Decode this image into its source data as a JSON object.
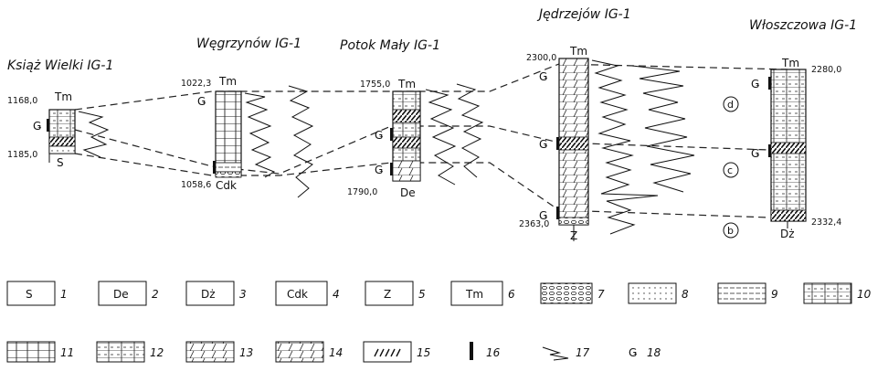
{
  "wells": [
    {
      "name": "Książ Wielki IG-1",
      "top_depth": "1168,0",
      "bottom_depth": "1185,0",
      "top_unit": "Tm",
      "bottom_unit": "S"
    },
    {
      "name": "Węgrzynów IG-1",
      "top_depth": "1022,3",
      "bottom_depth": "1058,6",
      "top_unit": "Tm",
      "bottom_unit": "Cdk"
    },
    {
      "name": "Potok Mały IG-1",
      "top_depth": "1755,0",
      "bottom_depth": "1790,0",
      "top_unit": "Tm",
      "bottom_unit": "De"
    },
    {
      "name": "Jędrzejów IG-1",
      "top_depth": "2300,0",
      "bottom_depth": "2363,0",
      "top_unit": "Tm",
      "bottom_unit": "Z"
    },
    {
      "name": "Włoszczowa IG-1",
      "top_depth": "2280,0",
      "bottom_depth": "2332,4",
      "top_unit": "Tm",
      "bottom_unit": "Dż"
    }
  ],
  "zones": [
    "d",
    "c",
    "b"
  ],
  "fossil_symbol": "Ǥ",
  "legend": [
    {
      "code": "S",
      "num": "1"
    },
    {
      "code": "De",
      "num": "2"
    },
    {
      "code": "Dż",
      "num": "3"
    },
    {
      "code": "Cdk",
      "num": "4"
    },
    {
      "code": "Z",
      "num": "5"
    },
    {
      "code": "Tm",
      "num": "6"
    },
    {
      "code": "",
      "num": "7"
    },
    {
      "code": "",
      "num": "8"
    },
    {
      "code": "",
      "num": "9"
    },
    {
      "code": "",
      "num": "10"
    },
    {
      "code": "",
      "num": "11"
    },
    {
      "code": "",
      "num": "12"
    },
    {
      "code": "",
      "num": "13"
    },
    {
      "code": "",
      "num": "14"
    },
    {
      "code": "",
      "num": "15"
    },
    {
      "code": "",
      "num": "16"
    },
    {
      "code": "",
      "num": "17"
    },
    {
      "code": "",
      "num": "18"
    }
  ]
}
